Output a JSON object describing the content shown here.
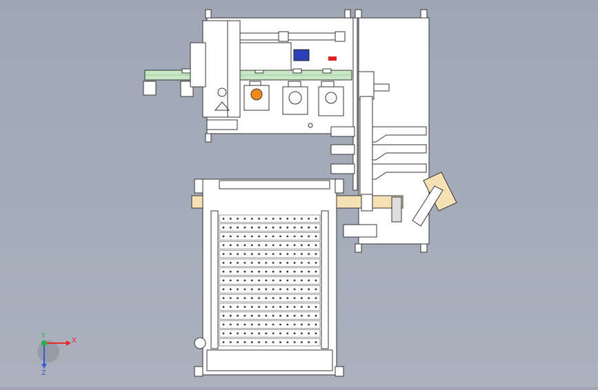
{
  "viewport": {
    "background_top": "#9fa7b5",
    "background_bottom": "#aab1bd"
  },
  "triad": {
    "x_label": "X",
    "y_label": "Y",
    "z_label": "Z",
    "x_color": "#e8262b",
    "y_color": "#22b14c",
    "z_color": "#3b57d6"
  },
  "drawing": {
    "part_fill": "#ffffff",
    "edge_color": "#333333",
    "conveyor_green": "#c9e7c3",
    "wood_color": "#f5e1b4",
    "accent_orange": "#f08a1c",
    "accent_blue": "#2a3fb8",
    "accent_red": "#d22",
    "roller_rows": 15,
    "roller_holes_per_row": 14
  }
}
